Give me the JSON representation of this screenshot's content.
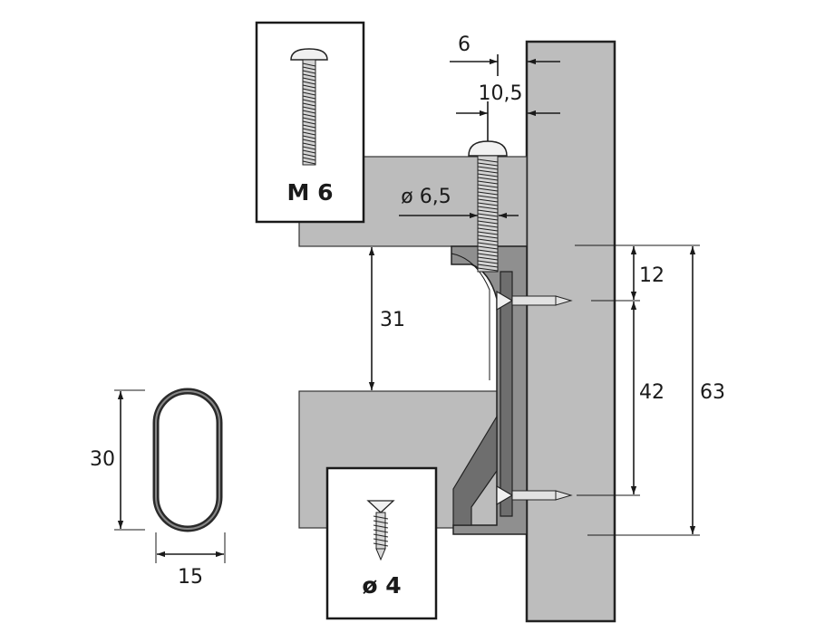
{
  "labels": {
    "bolt": "M 6",
    "screw": "ø 4"
  },
  "dimensions": {
    "head_offset": "6",
    "bolt_position": "10,5",
    "hole_diameter": "ø 6,5",
    "shelf_gap": "31",
    "top_to_screw": "12",
    "screw_spacing": "42",
    "bracket_height": "63",
    "oval_height": "30",
    "oval_width": "15"
  },
  "colors": {
    "wall": "#bdbdbd",
    "shelf": "#bcbcbc",
    "metal": "#8f8f8f"
  }
}
